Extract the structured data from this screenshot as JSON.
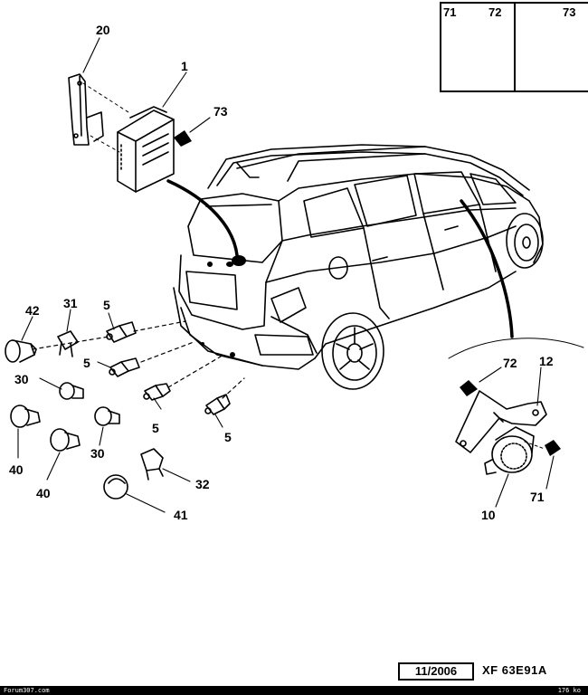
{
  "callouts": {
    "c20": "20",
    "c1": "1",
    "c73": "73",
    "c42": "42",
    "c31": "31",
    "c5a": "5",
    "c5b": "5",
    "c30a": "30",
    "c5c": "5",
    "c5d": "5",
    "c40a": "40",
    "c30b": "30",
    "c40b": "40",
    "c32": "32",
    "c41": "41",
    "c72": "72",
    "c12": "12",
    "c71": "71",
    "c10": "10"
  },
  "legend": {
    "box1_label_a": "71",
    "box1_label_b": "72",
    "box2_label": "73"
  },
  "footer": {
    "date": "11/2006",
    "reference": "XF 63E91A",
    "source": "Forum307.com",
    "size": "176 ko"
  }
}
